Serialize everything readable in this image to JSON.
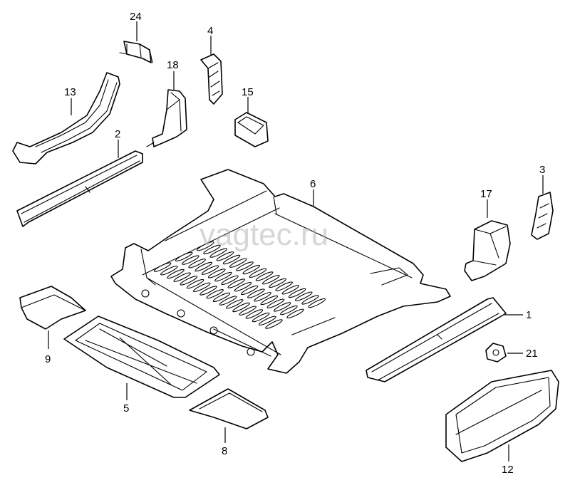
{
  "watermark": "vagtec.ru",
  "callouts": {
    "p24": "24",
    "p4": "4",
    "p18": "18",
    "p13": "13",
    "p15": "15",
    "p2": "2",
    "p6": "6",
    "p3": "3",
    "p17": "17",
    "p1": "1",
    "p21": "21",
    "p9": "9",
    "p5": "5",
    "p8": "8",
    "p12": "12"
  },
  "colors": {
    "line": "#000000",
    "background": "#ffffff",
    "watermark": "#b5b5b5"
  }
}
